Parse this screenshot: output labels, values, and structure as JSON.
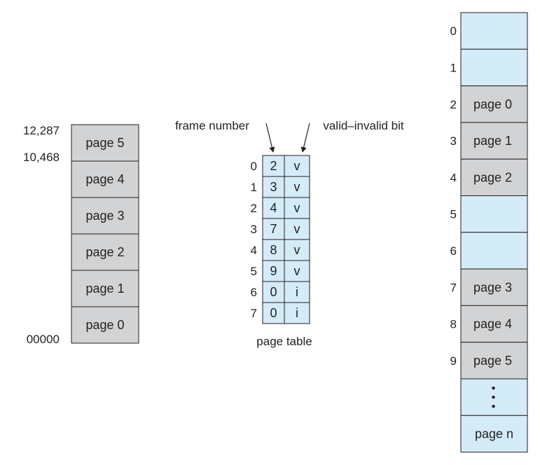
{
  "logical_memory": {
    "pages": [
      "page 5",
      "page 4",
      "page 3",
      "page 2",
      "page 1",
      "page 0"
    ],
    "address_labels": {
      "top": "12,287",
      "second": "10,468",
      "bottom": "00000"
    }
  },
  "page_table": {
    "header_frame_number": "frame number",
    "header_valid_bit": "valid–invalid bit",
    "caption": "page table",
    "rows": [
      {
        "index": "0",
        "frame": "2",
        "valid": "v"
      },
      {
        "index": "1",
        "frame": "3",
        "valid": "v"
      },
      {
        "index": "2",
        "frame": "4",
        "valid": "v"
      },
      {
        "index": "3",
        "frame": "7",
        "valid": "v"
      },
      {
        "index": "4",
        "frame": "8",
        "valid": "v"
      },
      {
        "index": "5",
        "frame": "9",
        "valid": "v"
      },
      {
        "index": "6",
        "frame": "0",
        "valid": "i"
      },
      {
        "index": "7",
        "frame": "0",
        "valid": "i"
      }
    ]
  },
  "physical_memory": {
    "frames": [
      {
        "index": "0",
        "label": "",
        "state": "free"
      },
      {
        "index": "1",
        "label": "",
        "state": "free"
      },
      {
        "index": "2",
        "label": "page 0",
        "state": "used"
      },
      {
        "index": "3",
        "label": "page 1",
        "state": "used"
      },
      {
        "index": "4",
        "label": "page 2",
        "state": "used"
      },
      {
        "index": "5",
        "label": "",
        "state": "free"
      },
      {
        "index": "6",
        "label": "",
        "state": "free"
      },
      {
        "index": "7",
        "label": "page 3",
        "state": "used"
      },
      {
        "index": "8",
        "label": "page 4",
        "state": "used"
      },
      {
        "index": "9",
        "label": "page 5",
        "state": "used"
      },
      {
        "index": "",
        "label": "",
        "state": "ellipsis"
      },
      {
        "index": "",
        "label": "page n",
        "state": "free"
      }
    ]
  },
  "colors": {
    "used_fill": "#d1d3d4",
    "free_fill": "#d4ecf8",
    "stroke": "#231f20",
    "text": "#231f20"
  }
}
